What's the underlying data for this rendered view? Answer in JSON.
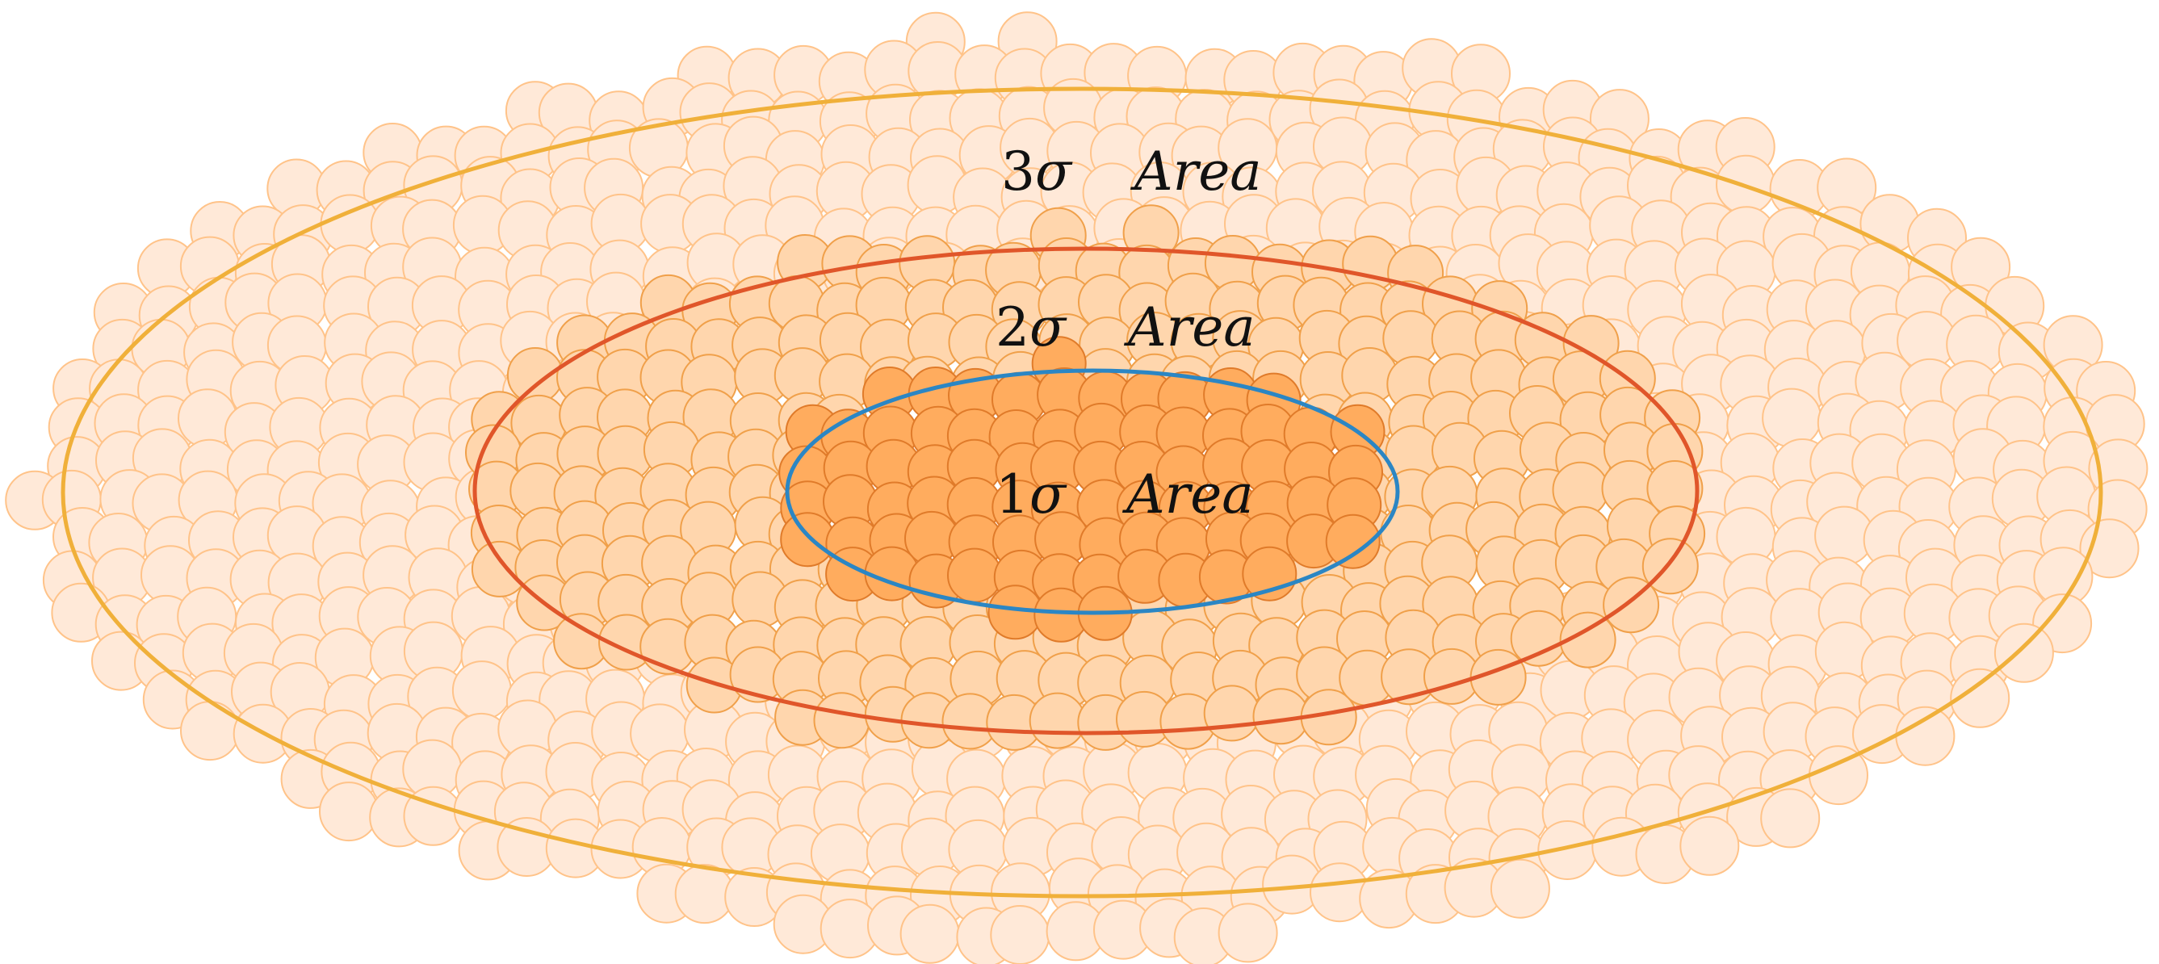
{
  "diagram": {
    "regions": [
      {
        "id": "one-sigma",
        "number": "1",
        "symbol": "σ",
        "word": "Area",
        "fill": "#ffac5e",
        "stroke": "#e07b2a",
        "boundary_color": "#2b86c4"
      },
      {
        "id": "two-sigma",
        "number": "2",
        "symbol": "σ",
        "word": "Area",
        "fill": "#ffd6ad",
        "stroke": "#f0a04a",
        "boundary_color": "#e0562a"
      },
      {
        "id": "three-sigma",
        "number": "3",
        "symbol": "σ",
        "word": "Area",
        "fill": "#ffe9d8",
        "stroke": "#ffc389",
        "boundary_color": "#f0b03a"
      }
    ],
    "background": "#ffffff"
  }
}
